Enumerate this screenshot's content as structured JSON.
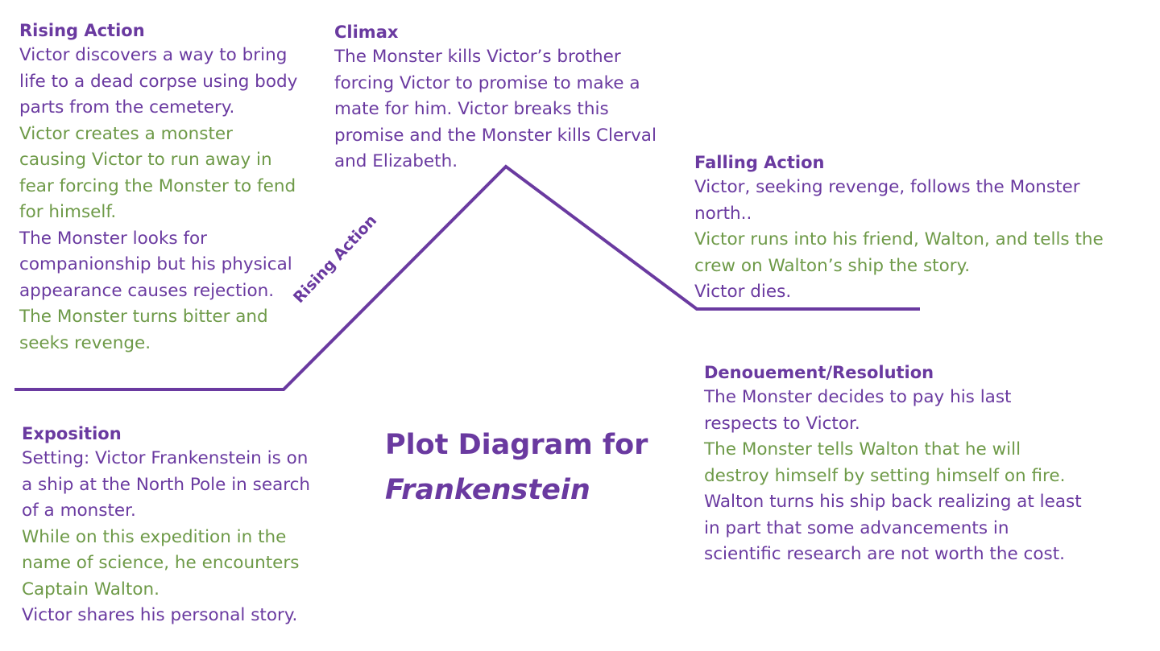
{
  "rising_action": {
    "heading": "Rising Action",
    "lines": [
      {
        "text": "Victor discovers a way to bring",
        "color": "purple"
      },
      {
        "text": "life to a dead corpse using body",
        "color": "purple"
      },
      {
        "text": "parts from the cemetery.",
        "color": "purple"
      },
      {
        "text": "Victor creates a monster",
        "color": "green"
      },
      {
        "text": "causing Victor to run away in",
        "color": "green"
      },
      {
        "text": "fear forcing the Monster to fend",
        "color": "green"
      },
      {
        "text": "for himself.",
        "color": "green"
      },
      {
        "text": "The Monster looks for",
        "color": "purple"
      },
      {
        "text": "companionship but his physical",
        "color": "purple"
      },
      {
        "text": "appearance causes rejection.",
        "color": "purple"
      },
      {
        "text": "The Monster turns bitter and",
        "color": "green"
      },
      {
        "text": "seeks revenge.",
        "color": "green"
      }
    ]
  },
  "climax": {
    "heading": "Climax",
    "lines": [
      {
        "text": "The Monster kills Victor’s brother",
        "color": "purple"
      },
      {
        "text": "forcing Victor to promise to make a",
        "color": "purple"
      },
      {
        "text": "mate for him. Victor breaks this",
        "color": "purple"
      },
      {
        "text": "promise and the Monster kills Clerval",
        "color": "purple"
      },
      {
        "text": "and Elizabeth.",
        "color": "purple"
      }
    ]
  },
  "falling_action": {
    "heading": "Falling Action",
    "lines": [
      {
        "text": "Victor, seeking revenge, follows the Monster",
        "color": "purple"
      },
      {
        "text": "north..",
        "color": "purple"
      },
      {
        "text": "Victor runs into his friend, Walton, and tells the",
        "color": "green"
      },
      {
        "text": "crew on Walton’s ship the story.",
        "color": "green"
      },
      {
        "text": "Victor dies.",
        "color": "purple"
      }
    ]
  },
  "denouement": {
    "heading": "Denouement/Resolution",
    "lines": [
      {
        "text": "The Monster decides to pay his last",
        "color": "purple"
      },
      {
        "text": "respects to Victor.",
        "color": "purple"
      },
      {
        "text": "The Monster tells Walton that he will",
        "color": "green"
      },
      {
        "text": "destroy himself by setting himself on fire.",
        "color": "green"
      },
      {
        "text": "Walton turns his ship back realizing at least",
        "color": "purple"
      },
      {
        "text": "in part that some advancements in",
        "color": "purple"
      },
      {
        "text": "scientific research are not worth the cost.",
        "color": "purple"
      }
    ]
  },
  "exposition": {
    "heading": "Exposition",
    "lines": [
      {
        "text": "Setting:  Victor Frankenstein is on",
        "color": "purple"
      },
      {
        "text": "a ship at the North Pole in search",
        "color": "purple"
      },
      {
        "text": "of a monster.",
        "color": "purple"
      },
      {
        "text": "While on this expedition in the",
        "color": "green"
      },
      {
        "text": "name of science, he encounters",
        "color": "green"
      },
      {
        "text": "Captain Walton.",
        "color": "green"
      },
      {
        "text": "Victor shares his personal story.",
        "color": "purple"
      }
    ]
  },
  "plot_line_label": "Rising Action",
  "title": {
    "line1": "Plot Diagram for",
    "line2": "Frankenstein"
  },
  "colors": {
    "purple": "#6a3aa0",
    "green": "#6e9a48",
    "line": "#6a3aa0"
  }
}
